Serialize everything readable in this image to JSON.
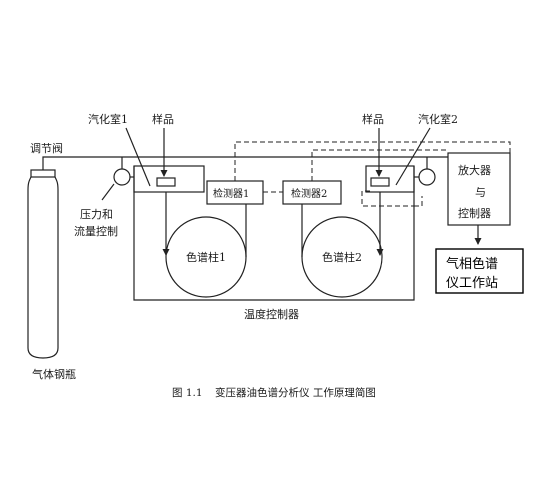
{
  "labels": {
    "regulating_valve": "调节阀",
    "vaporizer_1": "汽化室1",
    "sample_1": "样品",
    "sample_2": "样品",
    "vaporizer_2": "汽化室2",
    "pressure_flow_line1": "压力和",
    "pressure_flow_line2": "流量控制",
    "detector_1": "检测器1",
    "detector_2": "检测器2",
    "column_1": "色谱柱1",
    "column_2": "色谱柱2",
    "amplifier_line1": "放大器",
    "amplifier_line2": "与",
    "amplifier_line3": "控制器",
    "workstation_line1": "气相色谱",
    "workstation_line2": "仪工作站",
    "temperature_controller": "温度控制器",
    "gas_cylinder": "气体钢瓶"
  },
  "caption": {
    "figure_number": "图 1.1",
    "text": "变压器油色谱分析仪  工作原理简图"
  }
}
